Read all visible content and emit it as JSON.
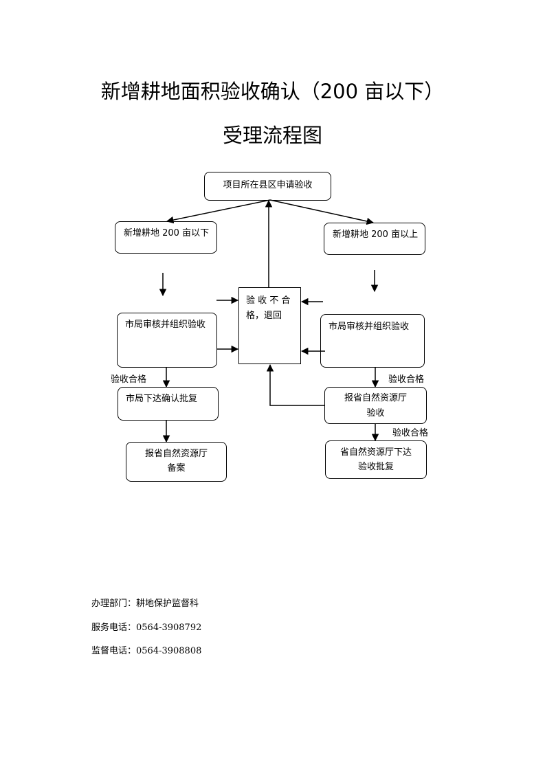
{
  "title": {
    "line1": "新增耕地面积验收确认（200 亩以下）",
    "line2": "受理流程图"
  },
  "nodes": {
    "apply": "项目所在县区申请验收",
    "below200": "新增耕地 200 亩以下",
    "above200": "新增耕地 200 亩以上",
    "reject_line1": "验 收 不 合",
    "reject_line2": "格，退回",
    "city_review_left": "市局审核并组织验收",
    "city_review_right": "市局审核并组织验收",
    "city_approve": "市局下达确认批复",
    "report_record_line1": "报省自然资源厅",
    "report_record_line2": "备案",
    "report_accept_line1": "报省自然资源厅",
    "report_accept_line2": "验收",
    "province_approve_line1": "省自然资源厅下达",
    "province_approve_line2": "验收批复"
  },
  "edge_labels": {
    "left_pass": "验收合格",
    "right_pass": "验收合格",
    "province_pass": "验收合格"
  },
  "footer": {
    "department": "办理部门：耕地保护监督科",
    "service_phone": "服务电话：0564-3908792",
    "supervision_phone": "监督电话：0564-3908808"
  }
}
